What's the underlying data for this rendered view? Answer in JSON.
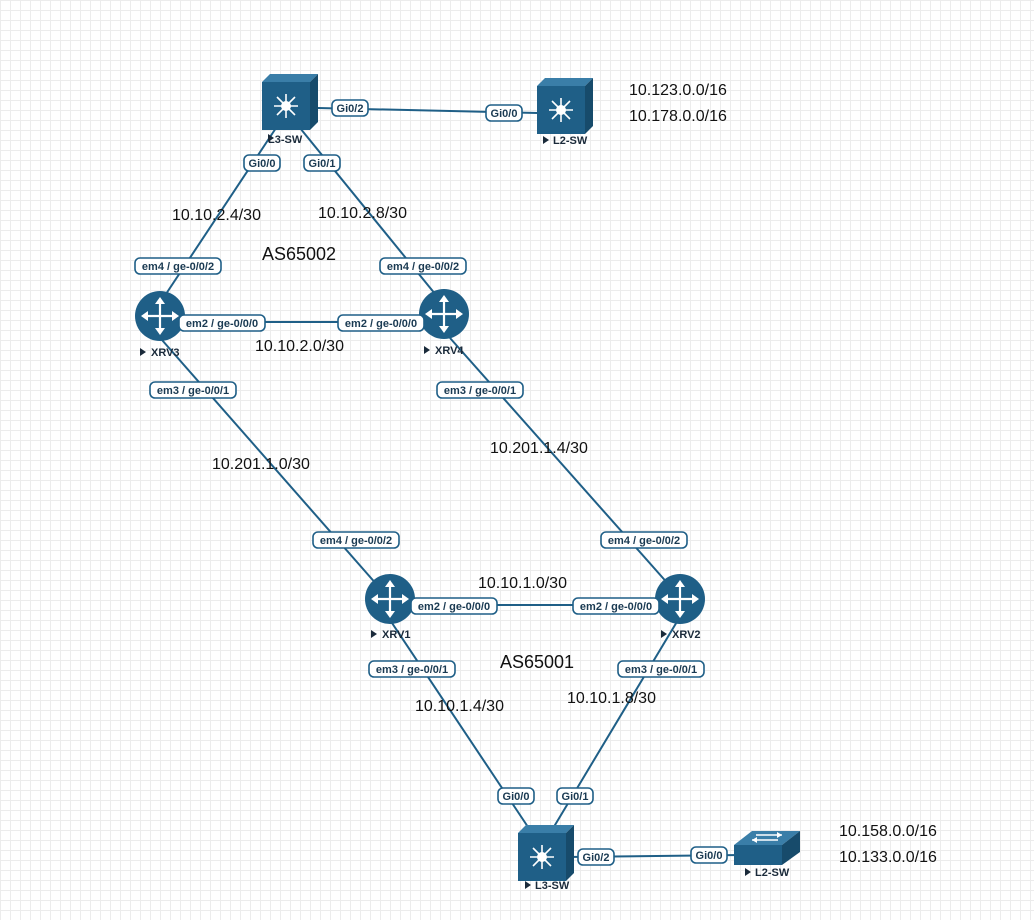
{
  "nodes": {
    "l3sw_top": {
      "label": "L3-SW",
      "icon": "l3-switch-icon"
    },
    "l2sw_top": {
      "label": "L2-SW",
      "icon": "l3-switch-icon"
    },
    "xrv3": {
      "label": "XRV3",
      "icon": "router-icon"
    },
    "xrv4": {
      "label": "XRV4",
      "icon": "router-icon"
    },
    "xrv1": {
      "label": "XRV1",
      "icon": "router-icon"
    },
    "xrv2": {
      "label": "XRV2",
      "icon": "router-icon"
    },
    "l3sw_bottom": {
      "label": "L3-SW",
      "icon": "l3-switch-icon"
    },
    "l2sw_bottom": {
      "label": "L2-SW",
      "icon": "l2-switch-icon"
    }
  },
  "ports": {
    "l3sw_top_gi02": "Gi0/2",
    "l2sw_top_gi00": "Gi0/0",
    "l3sw_top_gi00": "Gi0/0",
    "l3sw_top_gi01": "Gi0/1",
    "xrv3_em4": "em4 / ge-0/0/2",
    "xrv4_em4": "em4 / ge-0/0/2",
    "xrv3_em2": "em2 / ge-0/0/0",
    "xrv4_em2": "em2 / ge-0/0/0",
    "xrv3_em3": "em3 / ge-0/0/1",
    "xrv4_em3": "em3 / ge-0/0/1",
    "xrv1_em4": "em4 / ge-0/0/2",
    "xrv2_em4": "em4 / ge-0/0/2",
    "xrv1_em2": "em2 / ge-0/0/0",
    "xrv2_em2": "em2 / ge-0/0/0",
    "xrv1_em3": "em3 / ge-0/0/1",
    "xrv2_em3": "em3 / ge-0/0/1",
    "l3sw_bottom_gi00": "Gi0/0",
    "l3sw_bottom_gi01": "Gi0/1",
    "l3sw_bottom_gi02": "Gi0/2",
    "l2sw_bottom_gi00": "Gi0/0"
  },
  "subnets": {
    "l3_xrv3": "10.10.2.4/30",
    "l3_xrv4": "10.10.2.8/30",
    "xrv3_xrv4": "10.10.2.0/30",
    "xrv3_xrv1": "10.201.1.0/30",
    "xrv4_xrv2": "10.201.1.4/30",
    "xrv1_xrv2": "10.10.1.0/30",
    "xrv1_l3": "10.10.1.4/30",
    "xrv2_l3": "10.10.1.8/30"
  },
  "networks": {
    "top": [
      "10.123.0.0/16",
      "10.178.0.0/16"
    ],
    "bottom": [
      "10.158.0.0/16",
      "10.133.0.0/16"
    ]
  },
  "as_labels": {
    "upper": "AS65002",
    "lower": "AS65001"
  },
  "colors": {
    "node_fill": "#1f5f87",
    "link": "#1f5f87",
    "grid": "#ececec"
  }
}
